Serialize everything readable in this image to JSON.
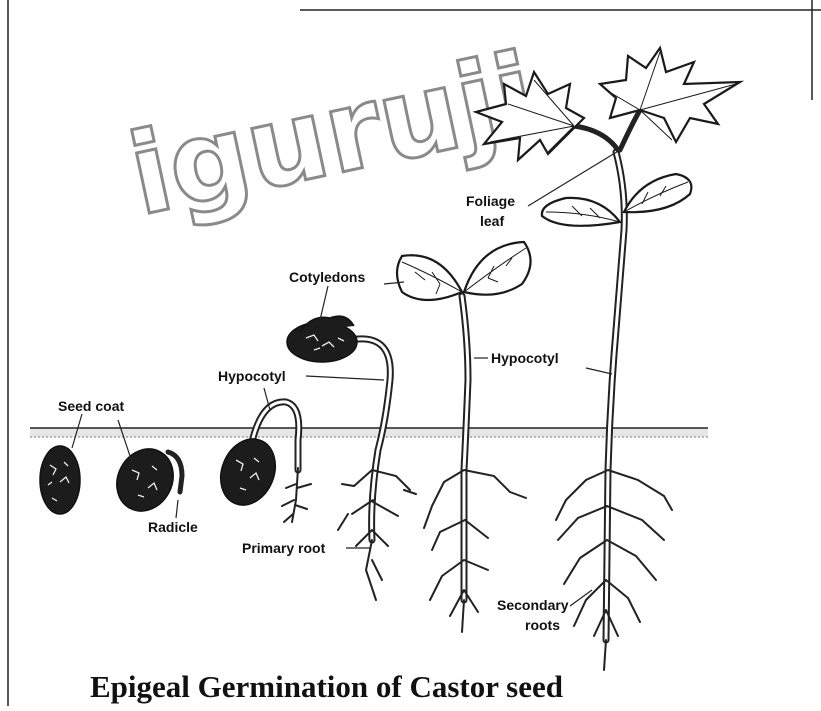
{
  "watermark": "iguruji",
  "labels": {
    "seed_coat": "Seed coat",
    "radicle": "Radicle",
    "hypocotyl_1": "Hypocotyl",
    "primary_root": "Primary root",
    "cotyledons": "Cotyledons",
    "hypocotyl_2": "Hypocotyl",
    "foliage_line1": "Foliage",
    "foliage_line2": "leaf",
    "secondary_line1": "Secondary",
    "secondary_line2": "roots"
  },
  "title": "Epigeal Germination of Castor seed",
  "colors": {
    "ink": "#111111",
    "watermark_outline": "#8a8a8a",
    "background": "#ffffff"
  }
}
